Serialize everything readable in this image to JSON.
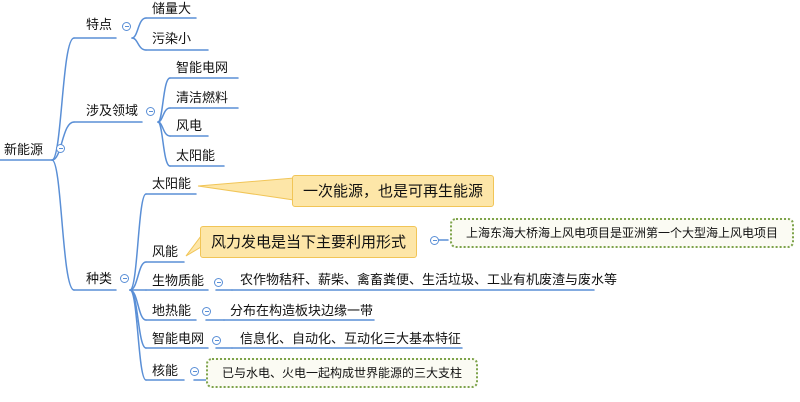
{
  "root": {
    "label": "新能源"
  },
  "branches": {
    "features": {
      "label": "特点",
      "children": [
        "储量大",
        "污染小"
      ]
    },
    "fields": {
      "label": "涉及领域",
      "children": [
        "智能电网",
        "清洁燃料",
        "风电",
        "太阳能"
      ]
    },
    "types": {
      "label": "种类",
      "solar": "太阳能",
      "wind": "风能",
      "biomass": "生物质能",
      "geothermal": "地热能",
      "smartgrid": "智能电网",
      "nuclear": "核能"
    }
  },
  "details": {
    "biomass": "农作物秸秆、薪柴、禽畜粪便、生活垃圾、工业有机废渣与废水等",
    "geothermal": "分布在构造板块边缘一带",
    "smartgrid": "信息化、自动化、互动化三大基本特征"
  },
  "callouts": {
    "solar": "一次能源，也是可再生能源",
    "wind": "风力发电是当下主要利用形式"
  },
  "notes": {
    "wind": "上海东海大桥海上风电项目是亚洲第一个大型海上风电项目",
    "nuclear": "已与水电、火电一起构成世界能源的三大支柱"
  },
  "colors": {
    "line": "#5a8fd6",
    "callout_fill": "#fde6a8",
    "note_border": "#7da34b"
  }
}
